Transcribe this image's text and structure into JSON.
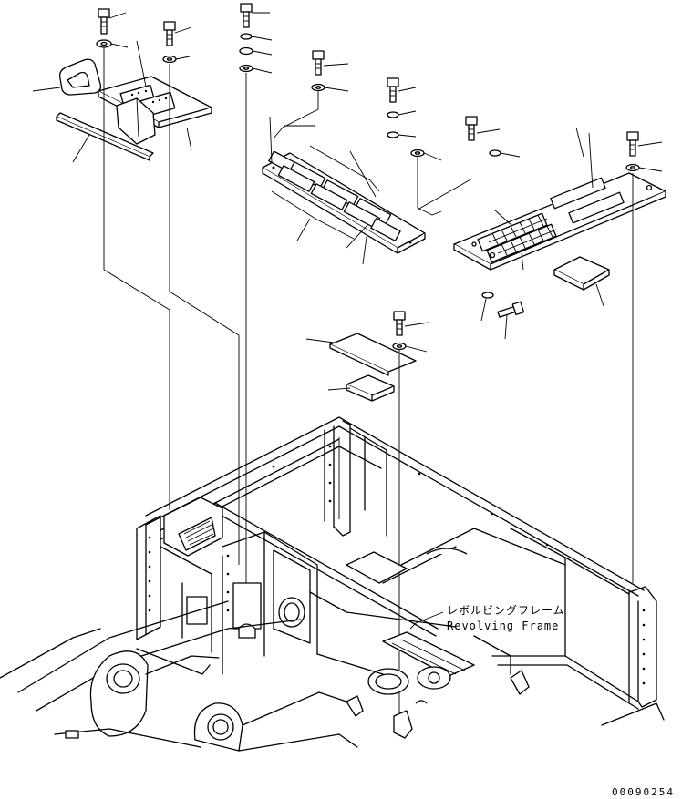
{
  "callout": {
    "name_jp": "レボルビングフレーム",
    "name_en": "Revolving Frame"
  },
  "drawing_code": "00090254"
}
